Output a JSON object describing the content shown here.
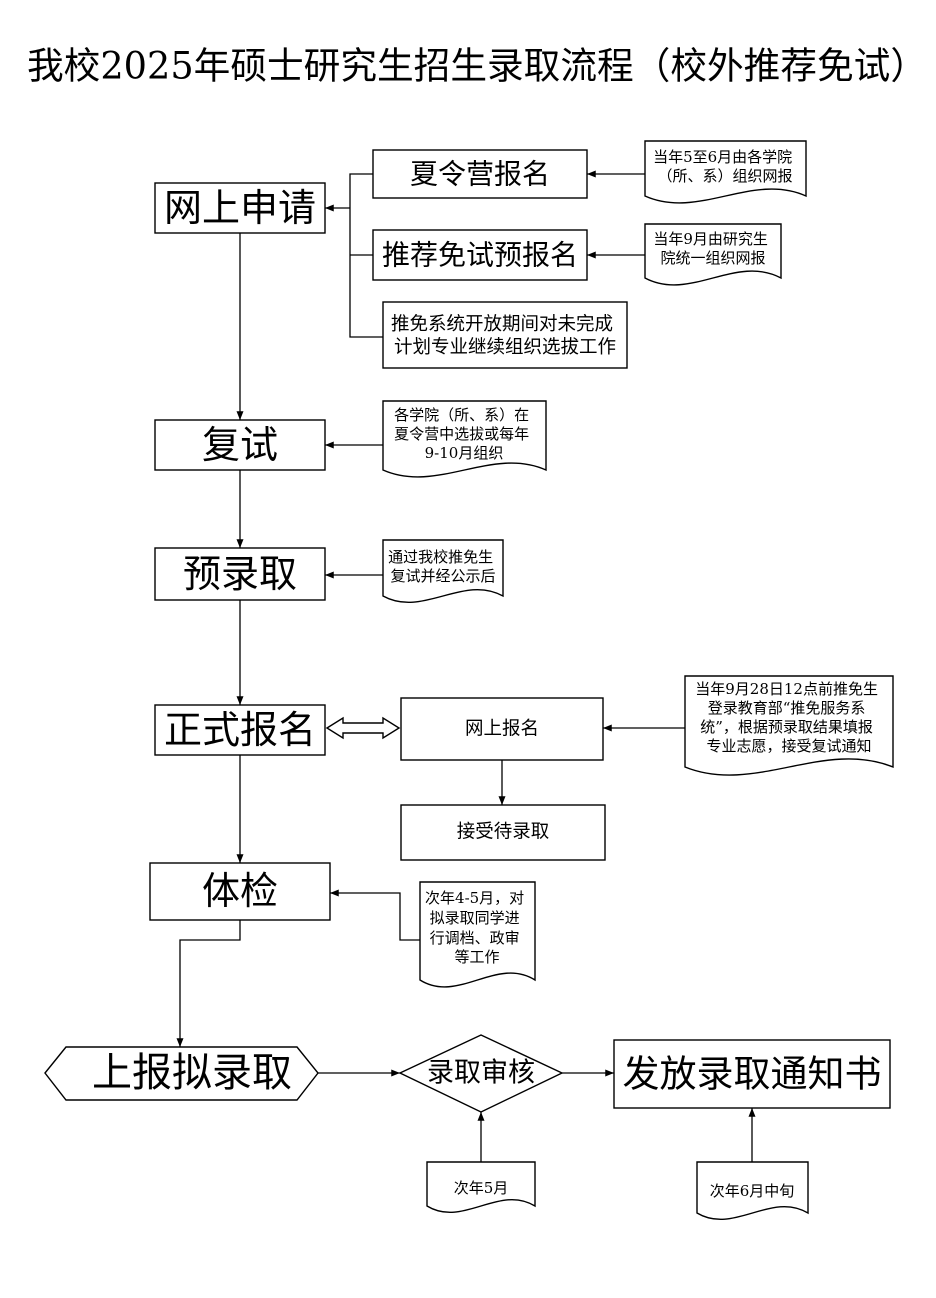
{
  "title": "我校2025年硕士研究生招生录取流程（校外推荐免试）",
  "steps": {
    "online_application": "网上申请",
    "retest": "复试",
    "pre_admission": "预录取",
    "formal_registration": "正式报名",
    "physical_exam": "体检",
    "report_admission": "上报拟录取",
    "admission_review": "录取审核",
    "issue_notice": "发放录取通知书"
  },
  "channels": {
    "summer_camp": "夏令营报名",
    "pre_registration": "推荐免试预报名",
    "continued_selection": [
      "推免系统开放期间对未完成",
      "计划专业继续组织选拔工作"
    ]
  },
  "sub_steps": {
    "online_registration": "网上报名",
    "accept_admission": "接受待录取"
  },
  "notes": {
    "summer_camp": [
      "当年5至6月由各学院",
      "（所、系）组织网报"
    ],
    "pre_registration": [
      "当年9月由研究生",
      "院统一组织网报"
    ],
    "retest": [
      "各学院（所、系）在",
      "夏令营中选拔或每年",
      "9-10月组织"
    ],
    "pre_admission": [
      "通过我校推免生",
      "复试并经公示后"
    ],
    "online_registration": [
      "当年9月28日12点前推免生",
      "登录教育部“推免服务系",
      "统”，根据预录取结果填报",
      "专业志愿，接受复试通知"
    ],
    "physical_exam": [
      "次年4-5月，对",
      "拟录取同学进",
      "行调档、政审",
      "等工作"
    ],
    "admission_review": "次年5月",
    "issue_notice": "次年6月中旬"
  }
}
